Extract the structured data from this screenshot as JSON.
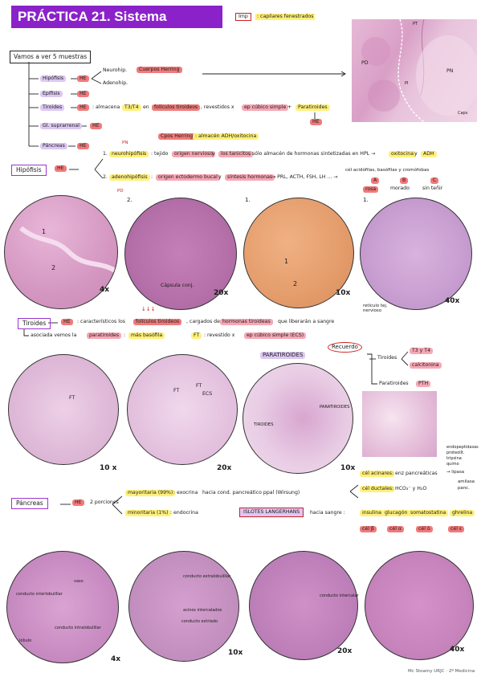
{
  "header": {
    "title": "PRÁCTICA 21. Sistema Endocrino",
    "imp_tag": "Imp",
    "imp_note": ": capilares fenestrados"
  },
  "intro": {
    "samples_box": "Vamos a ver 5 muestras",
    "hipofisis": "Hipófisis",
    "he": "HE",
    "neurohip": "Neurohip.",
    "cuerpos_herring": "Cuerpos Herring",
    "adenohip": "Adenohip.",
    "epifisis": "Epífisis",
    "tiroides": "Tiroides",
    "tiroides_note": ": almacena",
    "t3t4": "T3/T4",
    "en": "en",
    "foliculos": "folículos tiroideos",
    "revestidos": ", revestidos x",
    "ep_cubico": "ep cúbico simple",
    "plus": "+",
    "paratiroides": "Paratiroides",
    "gl_suprarrenal": "Gl. suprarrenal",
    "pancreas": "Páncreas"
  },
  "micro_top_labels": {
    "pt": "PT",
    "pd": "PD",
    "pn": "PN",
    "pi": "PI",
    "caps": "Caps"
  },
  "hipofisis_section": {
    "label": "Hipófisis",
    "he": "HE",
    "pn": "PN",
    "pd": "PD",
    "cpos_herring": "Cpos Herring",
    "almacen": ": almacén ADH/oxitocina",
    "n1": "1.",
    "neurohip": "neurohipófisis",
    "neuro_text": ": tejido",
    "origen_nervioso": "origen nervioso",
    "y": "y",
    "astas": "los tanicitos",
    "neuro_rest": ", sólo almacén de hormonas sintetizadas en HPL →",
    "oxitocina": "oxitocina",
    "y2": "y",
    "adh": "ADH",
    "n2": "2.",
    "adenohip": "adenohipófisis",
    "adeno_text": ":",
    "origen_ecto": "origen ectodermo bucal",
    "y3": "y",
    "sintesis": "síntesis hormonas",
    "hormonas": "→ PRL, ACTH, FSH, LH ... →",
    "cel": "cél acidófilas, basófilas y cromófobas",
    "a": "A",
    "b": "B",
    "c": "C",
    "rosa": "rosa",
    "morado": "morado",
    "sin_tenir": "sin teñir",
    "img2": "2.",
    "img1": "1.",
    "img1b": "1.",
    "capsula": "Cápsula conj.",
    "reticulo": "retículo tej. nervioso",
    "m1": "4x",
    "m2": "20x",
    "m3": "10x",
    "m4": "40x",
    "n_one": "1",
    "n_two": "2",
    "n_one_b": "1",
    "n_two_b": "2"
  },
  "tiroides_section": {
    "label": "Tiroides",
    "he": "HE",
    "text": ": característicos los",
    "foliculos": "folículos tiroideos",
    "text2": ", cargados de",
    "hormonas": "hormonas tiroideas",
    "text3": "que liberarán a sangre",
    "asociada": "asociada vemos la",
    "paratiroides": "paratiroides",
    "colon": ":",
    "mas_basofila": "más basófila",
    "ft": "FT",
    "ft_text": ": revestido x",
    "ep_cubico": "ep cúbico simple (ECS)",
    "arrows": "↓↓↓",
    "recuerdo": "Recuerdo",
    "tiroides_r": "Tiroides",
    "t3t4": "T3 y T4",
    "calcitonina": "calcitonina",
    "paratiroides_r": "Paratiroides",
    "pth": "PTH",
    "paratiroides_tag": "PARATIROIDES",
    "tiroides_lbl": "TIROIDES",
    "paratiroides_lbl": "PARATIROIDES",
    "ft1": "FT",
    "ft2": "FT",
    "ecs": "ECS",
    "m1": "10 x",
    "m2": "20x",
    "m3": "10x"
  },
  "pancreas_section": {
    "label": "Páncreas",
    "he": "HE",
    "porciones": "2 porciones",
    "mayoritaria": "mayoritaria (99%)",
    "exocrina": ": exocrina",
    "hacia": "hacia cond. pancreático ppal (Wirsung)",
    "cel_acinares": "cél acinares",
    "enz": ": enz pancreáticas",
    "minoritaria": "minoritaria (1%)",
    "endocrina": ": endocrina",
    "islotes": "ISLOTES LANGERHANS",
    "hacia_sangre": "hacia sangre :",
    "insulina": "insulina",
    "glucagon": "glucagón",
    "somatostatina": "somatostatina",
    "ghrelina": "ghrelina",
    "cel_ductales": "cél ductales",
    "hco3": ": HCO₃⁻ y H₂O",
    "lipasa": "→ lipasa",
    "amilasa": "amilasa",
    "pancr": "panc.",
    "endo1": "endopeptidasas",
    "endo2": "proteolít.",
    "endo3": "tripsina",
    "endo4": "quimo",
    "cb": "cél β",
    "ca": "cél α",
    "cd": "cél δ",
    "ce": "cél ε",
    "conducto_interlobulillar": "conducto interlobulillar",
    "vaso": "vaso",
    "conducto_intralobulillar": "conducto intralobulillar",
    "lobulo": "lóbulo",
    "conducto_extralob": "conducto extralobulillar",
    "acinos": "acinos intercalados",
    "conducto_estriado": "conducto estriado",
    "conducto_intercalar": "conducto intercalar",
    "m1": "4x",
    "m2": "10x",
    "m3": "20x",
    "m4": "40x"
  },
  "footer": {
    "credit": "Mc Stoamy URJC · 2º Medicina"
  }
}
